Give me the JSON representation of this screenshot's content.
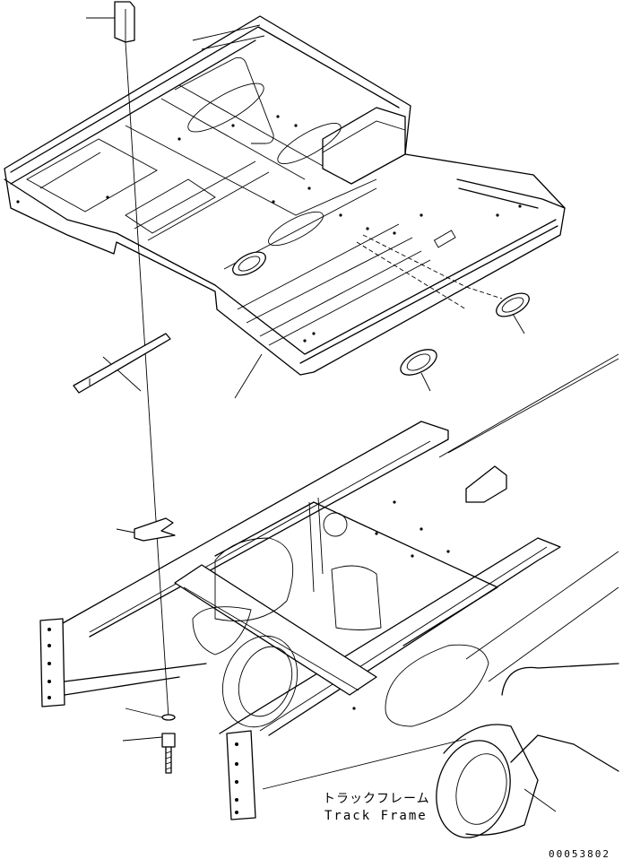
{
  "labels": {
    "track_frame_jp": "トラックフレーム",
    "track_frame_en": "Track Frame",
    "drawing_number": "00053802"
  }
}
